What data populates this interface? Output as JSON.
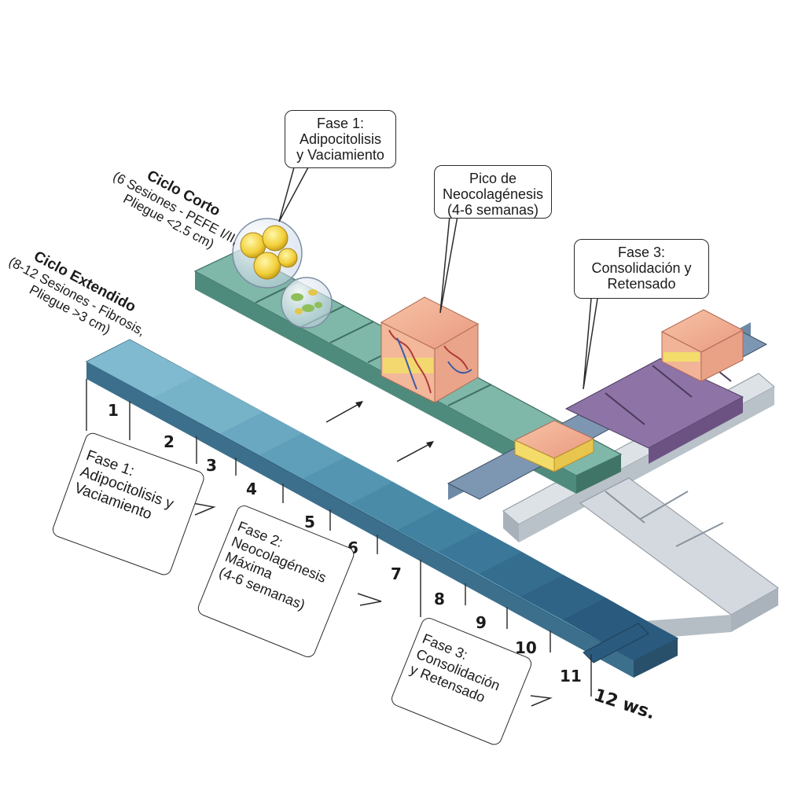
{
  "top_callouts": {
    "phase1": [
      "Fase 1:",
      "Adipocitolisis",
      "y Vaciamiento"
    ],
    "peak": [
      "Pico de",
      "Neocolagénesis",
      "(4-6 semanas)"
    ],
    "phase3": [
      "Fase 3:",
      "Consolidación y",
      "Retensado"
    ]
  },
  "cycles": {
    "short": {
      "title": "Ciclo Corto",
      "line1": "(6 Sesiones - PEFE I/II,",
      "line2": "Pliegue <2.5 cm)"
    },
    "extended": {
      "title": "Ciclo Extendido",
      "line1": "(8-12 Sesiones - Fibrosis,",
      "line2": "Pliegue >3 cm)"
    }
  },
  "bottom_callouts": {
    "phase1": [
      "Fase 1:",
      "Adipocitolisis y",
      "Vaciamiento"
    ],
    "phase2": [
      "Fase 2:",
      "Neocolagénesis",
      "Máxima",
      "(4-6 semanas)"
    ],
    "phase3": [
      "Fase 3:",
      "Consolidación",
      "y Retensado"
    ]
  },
  "week_ticks": [
    "1",
    "2",
    "3",
    "4",
    "5",
    "6",
    "7",
    "8",
    "9",
    "10",
    "11",
    "12 ws."
  ],
  "colors": {
    "short_track": "#6aa99a",
    "extended_start": "#7db9cf",
    "extended_end": "#2f5f82",
    "phase3_purple": "#8b6aa0",
    "grey_track": "#c9cfd6"
  },
  "icons": [
    "adipocyte-sphere-icon",
    "emptying-cell-sphere-icon",
    "skin-tissue-block-icon",
    "thin-skin-block-icon",
    "consolidated-skin-block-icon"
  ]
}
